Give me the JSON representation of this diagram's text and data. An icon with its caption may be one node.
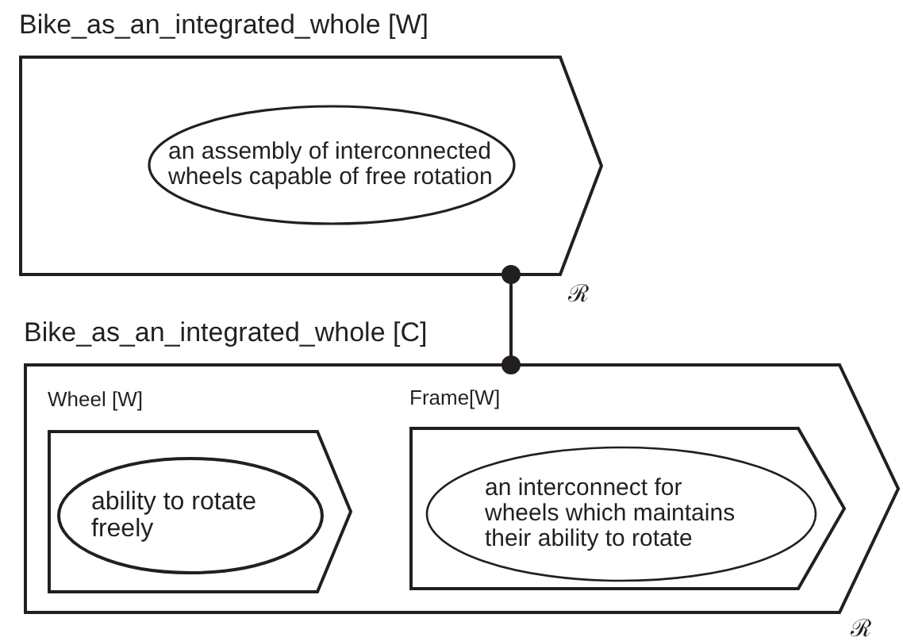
{
  "diagram": {
    "nodes": [
      {
        "text": [
          "Bike_as_an_integrated_whole [W]"
        ],
        "beside": [
          "ℛ"
        ]
      },
      {
        "text": [
          "an assembly of interconnected wheels capable of free rotation"
        ],
        "in": 0
      },
      {
        "text": [
          "Bike_as_an_integrated_whole [C]"
        ],
        "beside": [
          "ℛ"
        ]
      },
      {
        "text": [
          "Wheel [W]"
        ],
        "in": 2
      },
      {
        "text": [
          "ability to rotate freely"
        ],
        "in": 3
      },
      {
        "text": [
          "Frame[W]"
        ],
        "in": 2
      },
      {
        "text": [
          "an interconnect for wheels which maintains their ability to rotate"
        ],
        "in": 5
      }
    ],
    "edges": [
      {
        "from": 0,
        "to": 2,
        "arrow": "other"
      }
    ]
  }
}
